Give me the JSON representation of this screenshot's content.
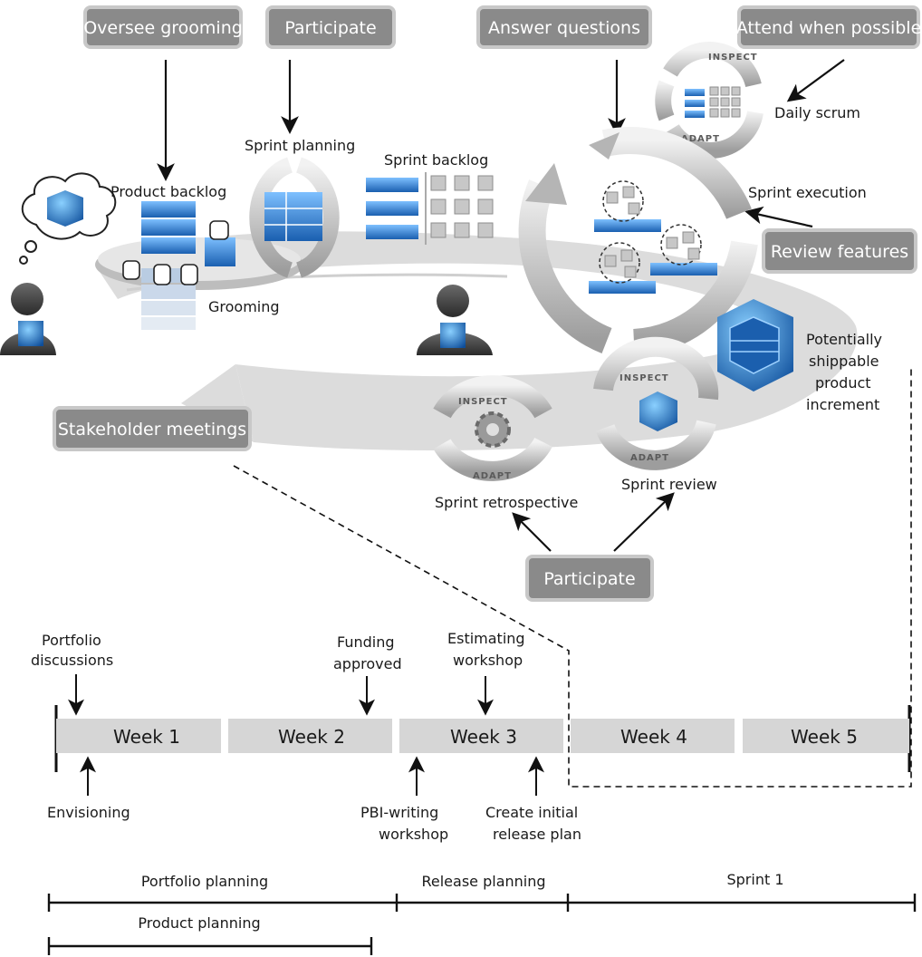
{
  "callouts": {
    "oversee_grooming": "Oversee grooming",
    "participate_top": "Participate",
    "answer_questions": "Answer questions",
    "attend_when_possible": "Attend when possible",
    "review_features": "Review features",
    "stakeholder_meetings": "Stakeholder meetings",
    "participate_bottom": "Participate"
  },
  "labels": {
    "sprint_planning": "Sprint planning",
    "sprint_backlog": "Sprint backlog",
    "product_backlog": "Product backlog",
    "grooming": "Grooming",
    "daily_scrum": "Daily scrum",
    "sprint_execution": "Sprint execution",
    "psi_line1": "Potentially",
    "psi_line2": "shippable",
    "psi_line3": "product",
    "psi_line4": "increment",
    "sprint_review": "Sprint review",
    "sprint_retrospective": "Sprint retrospective",
    "inspect": "INSPECT",
    "adapt": "ADAPT"
  },
  "timeline": {
    "weeks": [
      "Week 1",
      "Week 2",
      "Week 3",
      "Week 4",
      "Week 5"
    ],
    "above": {
      "portfolio_1": "Portfolio",
      "portfolio_2": "discussions",
      "funding_1": "Funding",
      "funding_2": "approved",
      "estimating_1": "Estimating",
      "estimating_2": "workshop"
    },
    "below": {
      "envisioning": "Envisioning",
      "pbi_1": "PBI-writing",
      "pbi_2": "workshop",
      "release_1": "Create initial",
      "release_2": "release plan"
    },
    "phases": {
      "portfolio_planning": "Portfolio planning",
      "release_planning": "Release planning",
      "sprint_1": "Sprint 1",
      "product_planning": "Product planning"
    }
  },
  "colors": {
    "callout_fill": "#8a8a8a",
    "callout_border": "#c8c8c8",
    "week_bar": "#d6d6d6",
    "accent_blue": "#2f7fd0",
    "gear_gray": "#9a9a9a"
  }
}
